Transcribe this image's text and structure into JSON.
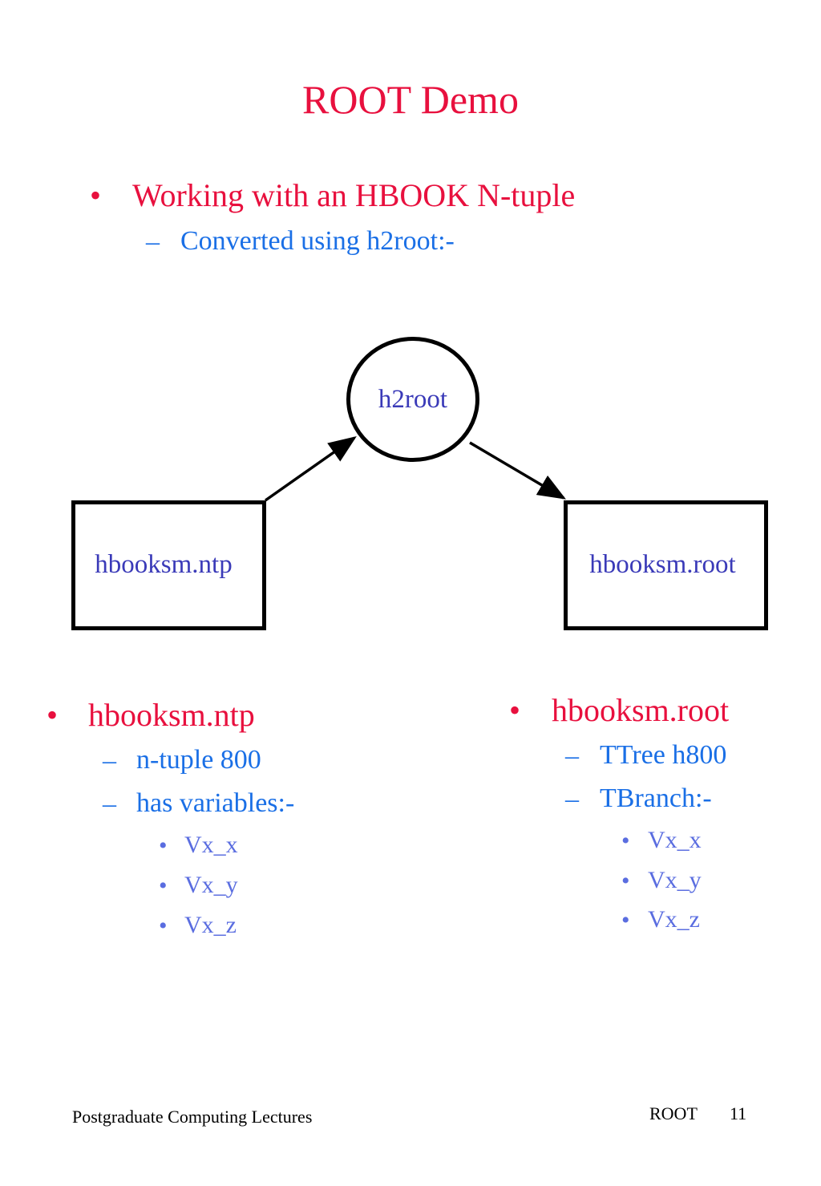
{
  "title": "ROOT Demo",
  "intro": {
    "bullet": "•",
    "main": "Working with an HBOOK N-tuple",
    "dash": "–",
    "sub": "Converted using h2root:-"
  },
  "diagram": {
    "converter": "h2root",
    "input_file": "hbooksm.ntp",
    "output_file": "hbooksm.root"
  },
  "left_column": {
    "bullet": "•",
    "heading": "hbooksm.ntp",
    "items": [
      {
        "dash": "–",
        "text": "n-tuple 800"
      },
      {
        "dash": "–",
        "text": "has variables:-"
      }
    ],
    "vars": [
      "Vx_x",
      "Vx_y",
      "Vx_z"
    ]
  },
  "right_column": {
    "bullet": "•",
    "heading": "hbooksm.root",
    "items": [
      {
        "dash": "–",
        "text": "TTree h800"
      },
      {
        "dash": "–",
        "text": "TBranch:-"
      }
    ],
    "vars": [
      "Vx_x",
      "Vx_y",
      "Vx_z"
    ]
  },
  "footer": {
    "course": "Postgraduate Computing Lectures",
    "topic": "ROOT",
    "page": "11"
  }
}
